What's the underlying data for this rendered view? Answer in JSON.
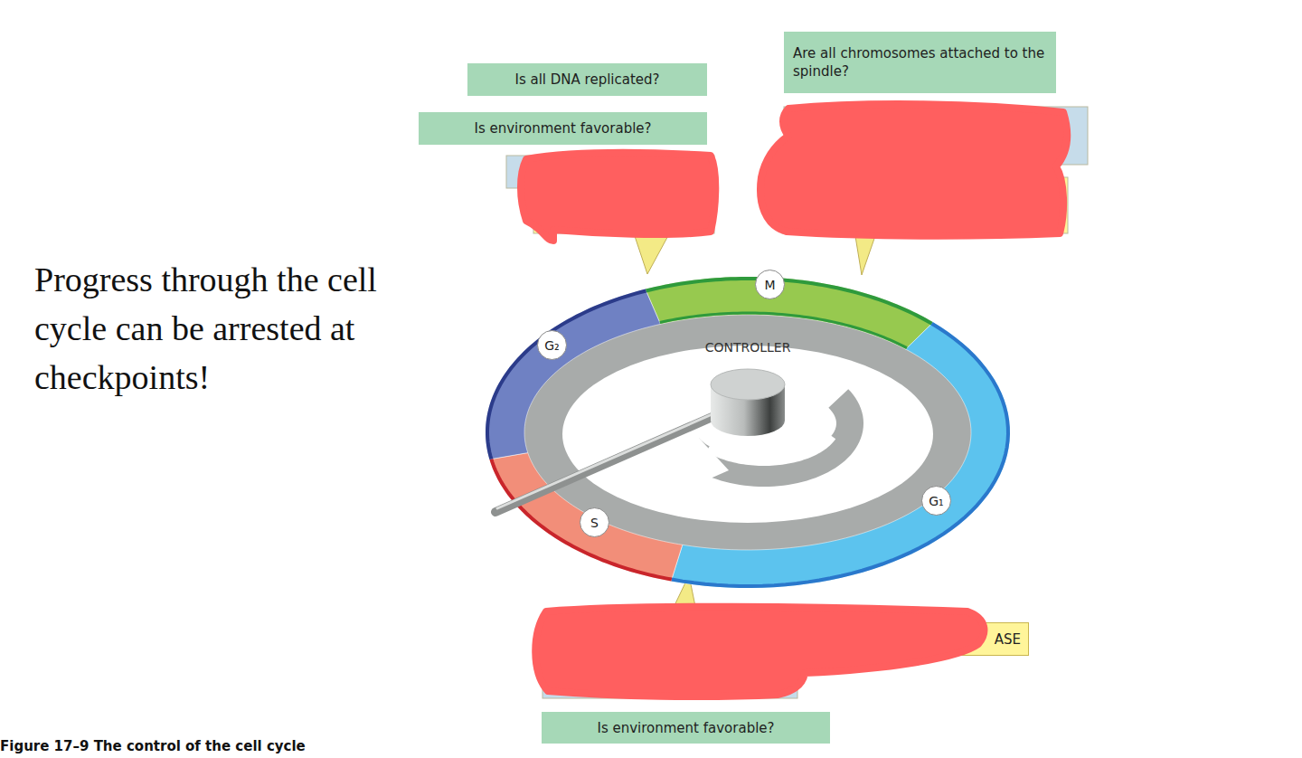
{
  "diagram": {
    "caption": "Figure 17–9 The control of the cell cycle",
    "nodes": [
      {
        "text": [
          "Is all DNA replicated?"
        ]
      },
      {
        "text": [
          "Is environment favorable?"
        ]
      },
      {
        "text": [
          "Are all chromosomes attached to the spindle?"
        ]
      },
      {
        "text": [
          "ASE"
        ]
      },
      {
        "text": [
          "Is environment favorable?"
        ]
      },
      {
        "text": [
          "M"
        ]
      },
      {
        "text": [
          "G₂"
        ]
      },
      {
        "text": [
          "S"
        ]
      },
      {
        "text": [
          "G₁"
        ]
      }
    ],
    "labels": [
      "Progress through the cell cycle can be arrested at checkpoints!",
      "CONTROLLER"
    ]
  }
}
